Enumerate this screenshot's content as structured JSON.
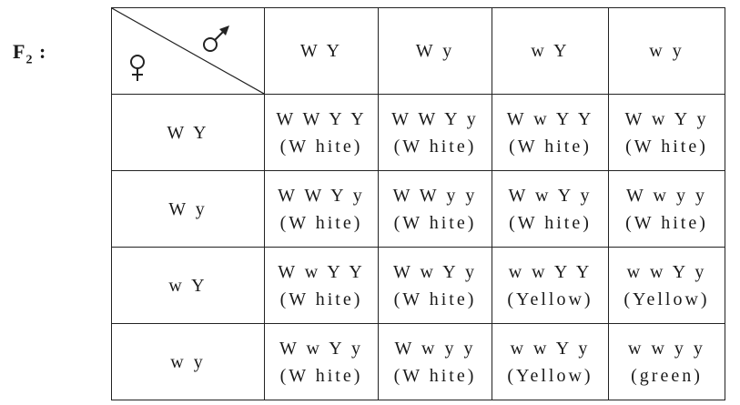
{
  "label": {
    "letter": "F",
    "subscript": "2",
    "suffix": " :"
  },
  "corner": {
    "female_symbol": "female-symbol",
    "male_symbol": "male-symbol"
  },
  "columns": [
    "W Y",
    "W y",
    "w Y",
    "w y"
  ],
  "rows": [
    {
      "header": "W Y",
      "cells": [
        {
          "genotype": "W W Y Y",
          "phenotype": "(W hite)"
        },
        {
          "genotype": "W W Y y",
          "phenotype": "(W hite)"
        },
        {
          "genotype": "W w Y Y",
          "phenotype": "(W hite)"
        },
        {
          "genotype": "W w Y y",
          "phenotype": "(W hite)"
        }
      ]
    },
    {
      "header": "W y",
      "cells": [
        {
          "genotype": "W W Y y",
          "phenotype": "(W hite)"
        },
        {
          "genotype": "W W y y",
          "phenotype": "(W hite)"
        },
        {
          "genotype": "W w Y y",
          "phenotype": "(W hite)"
        },
        {
          "genotype": "W w y y",
          "phenotype": "(W hite)"
        }
      ]
    },
    {
      "header": "w Y",
      "cells": [
        {
          "genotype": "W w Y Y",
          "phenotype": "(W hite)"
        },
        {
          "genotype": "W w Y y",
          "phenotype": "(W hite)"
        },
        {
          "genotype": "w w Y Y",
          "phenotype": "(Yellow)"
        },
        {
          "genotype": "w w Y y",
          "phenotype": "(Yellow)"
        }
      ]
    },
    {
      "header": "w y",
      "cells": [
        {
          "genotype": "W w Y y",
          "phenotype": "(W hite)"
        },
        {
          "genotype": "W w y y",
          "phenotype": "(W hite)"
        },
        {
          "genotype": "w w Y y",
          "phenotype": "(Yellow)"
        },
        {
          "genotype": "w w y y",
          "phenotype": "(green)"
        }
      ]
    }
  ]
}
